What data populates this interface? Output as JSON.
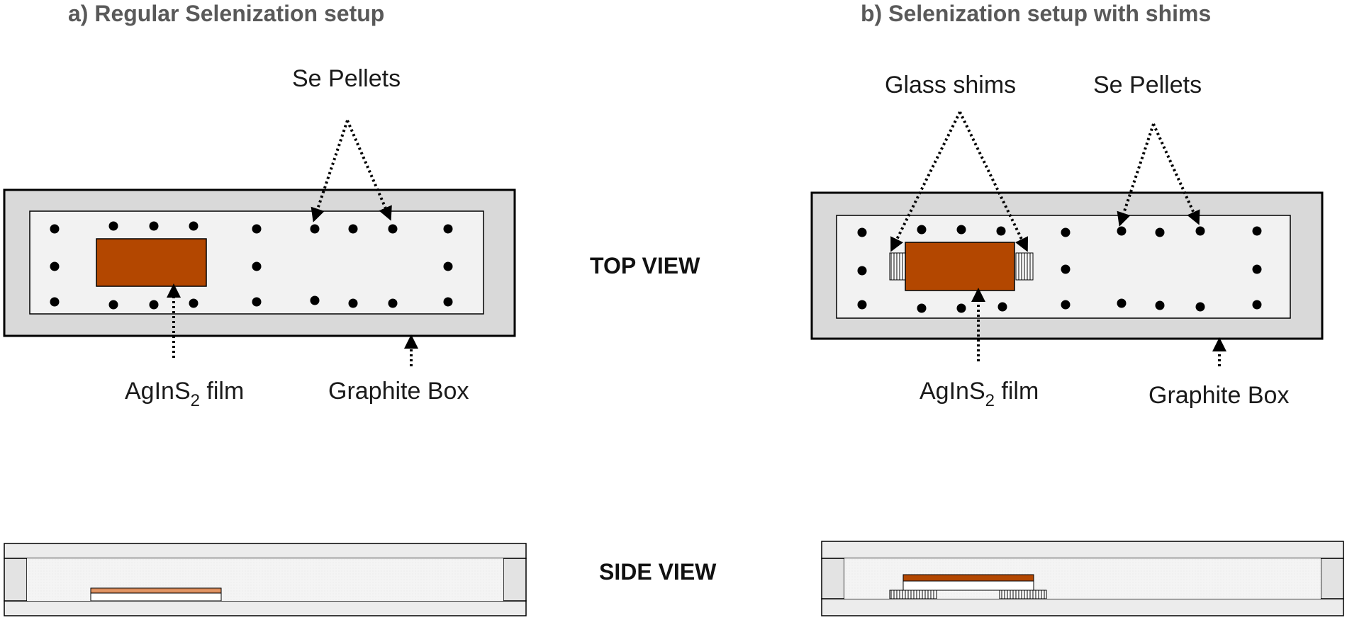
{
  "panels": {
    "a": {
      "title": "a) Regular Selenization setup",
      "se_pellets_label": "Se Pellets",
      "film_label_main": "AgInS",
      "film_label_sub": "2",
      "film_label_tail": " film",
      "box_label": "Graphite Box"
    },
    "b": {
      "title": "b) Selenization setup with shims",
      "glass_shims_label": "Glass shims",
      "se_pellets_label": "Se Pellets",
      "film_label_main": "AgInS",
      "film_label_sub": "2",
      "film_label_tail": " film",
      "box_label": "Graphite Box"
    }
  },
  "views": {
    "top": "TOP VIEW",
    "side": "SIDE VIEW"
  },
  "colors": {
    "film": "#b34700",
    "box": "#d9d9d9",
    "box_interior": "#f2f2f2",
    "pellet": "#000000",
    "title": "#595959"
  }
}
